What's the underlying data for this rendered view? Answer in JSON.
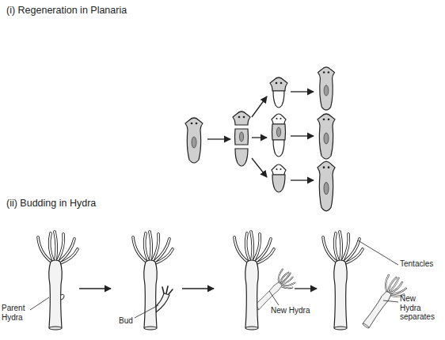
{
  "diagram": {
    "labels": [
      "(i) Regeneration in Planaria",
      "(ii) Budding in Hydra",
      "Parent Hydra",
      "Bud",
      "New Hydra",
      "Tentacles",
      "New Hydra separates"
    ]
  }
}
